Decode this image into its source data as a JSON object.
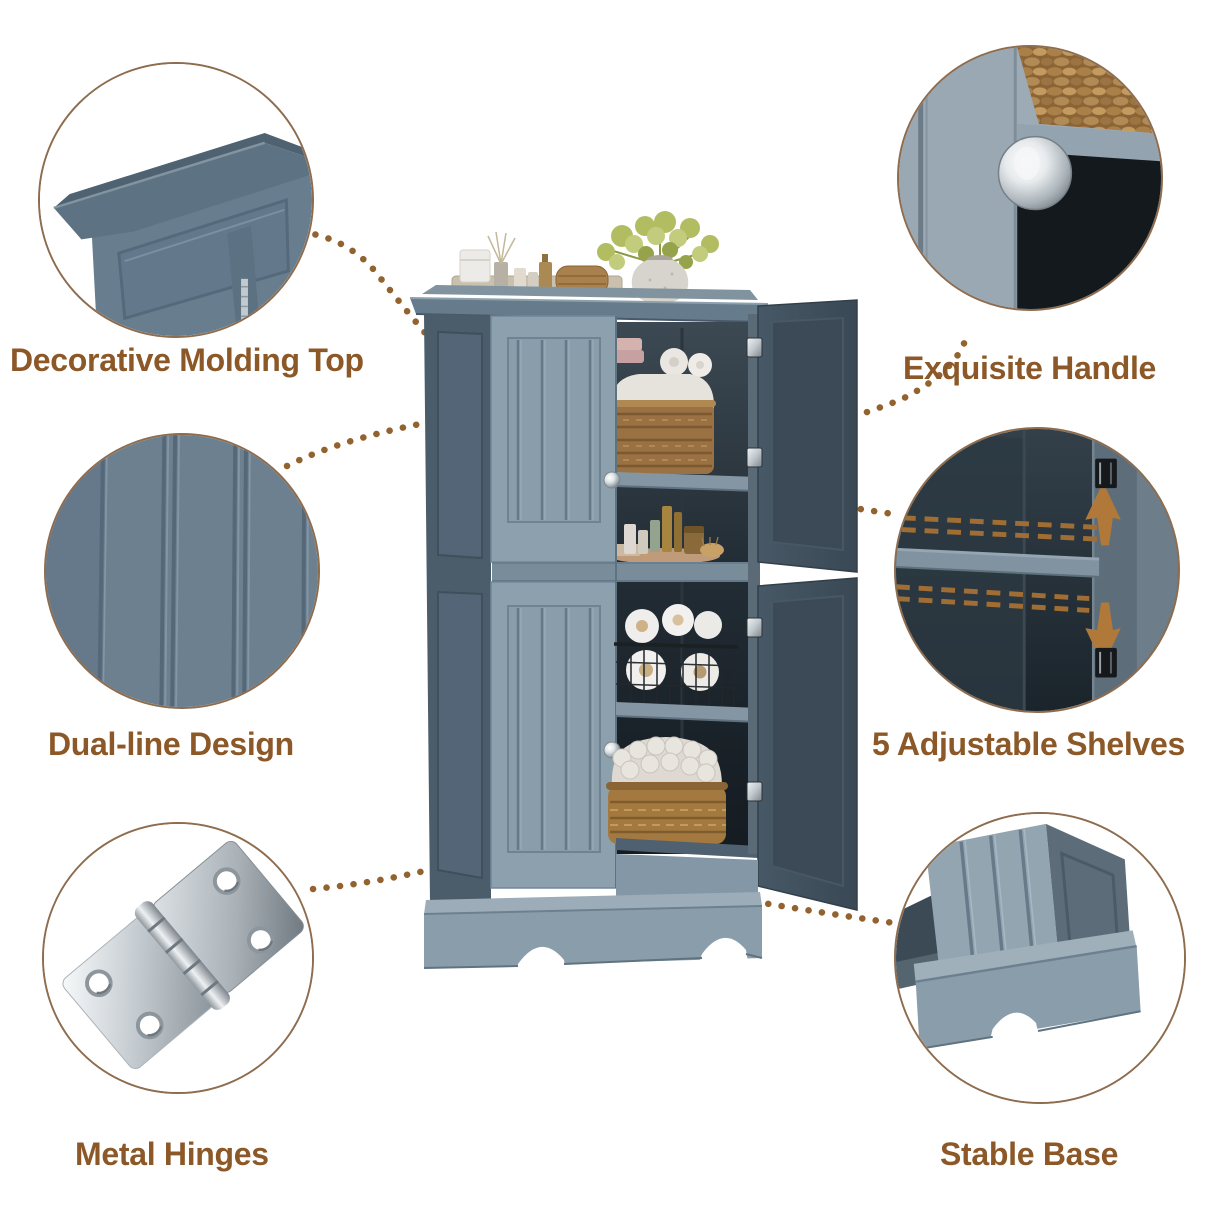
{
  "callouts": [
    {
      "id": "decorative-molding-top",
      "label": "Decorative Molding Top"
    },
    {
      "id": "exquisite-handle",
      "label": "Exquisite Handle"
    },
    {
      "id": "dual-line-design",
      "label": "Dual-line Design"
    },
    {
      "id": "adjustable-shelves",
      "label": "5 Adjustable Shelves"
    },
    {
      "id": "metal-hinges",
      "label": "Metal Hinges"
    },
    {
      "id": "stable-base",
      "label": "Stable Base"
    }
  ],
  "icons": [
    {
      "name": "up-arrow-icon",
      "meaning": "shelf adjusts upward"
    },
    {
      "name": "down-arrow-icon",
      "meaning": "shelf adjusts downward"
    }
  ],
  "colors": {
    "background": "#ffffff",
    "label_text": "#8c5827",
    "connector_dots": "#92622f",
    "circle_border": "#8e6c4e",
    "cabinet_body": "#8da0ae",
    "cabinet_side": "#4b5d6b",
    "open_door": "#40505d",
    "interior": "#232d35",
    "wicker_basket": "#9a7142",
    "adjust_arrows": "#b0793a",
    "chrome_hardware": "#c9d0d4"
  }
}
